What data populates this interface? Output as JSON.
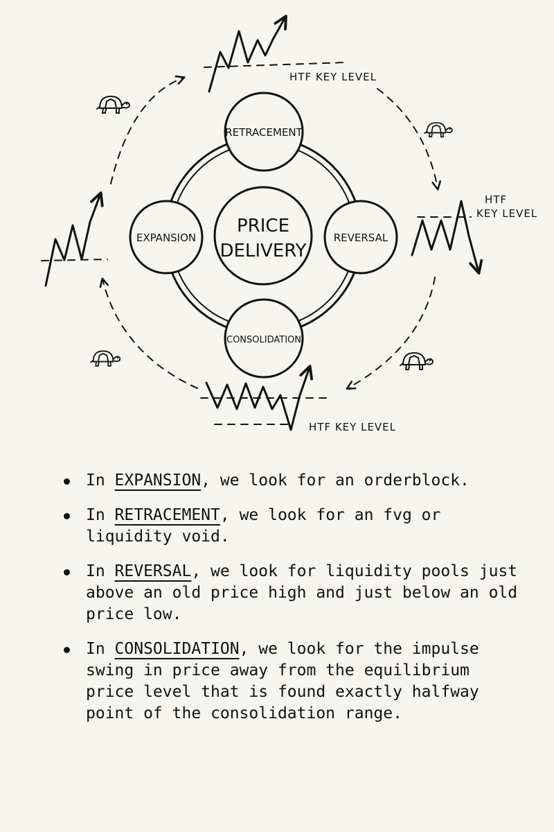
{
  "diagram": {
    "center": [
      "PRICE",
      "DELIVERY"
    ],
    "nodes": {
      "retracement": "RETRACEMENT",
      "reversal": "REVERSAL",
      "consolidation": "CONSOLIDATION",
      "expansion": "EXPANSION"
    },
    "key_levels": {
      "top": "HTF KEY LEVEL",
      "right_line1": "HTF",
      "right_line2": "KEY LEVEL",
      "bottom": "HTF KEY LEVEL"
    },
    "icons": [
      "turtle-icon",
      "turtle-icon",
      "turtle-icon",
      "turtle-icon"
    ]
  },
  "notes": [
    {
      "prefix": "In ",
      "stage": "EXPANSION",
      "rest": ", we look for an orderblock."
    },
    {
      "prefix": "In ",
      "stage": "RETRACEMENT",
      "rest": ", we look for an fvg or liquidity void."
    },
    {
      "prefix": "In ",
      "stage": "REVERSAL",
      "rest": ", we look for liquidity pools just above an old price high and just below an old price low."
    },
    {
      "prefix": "In ",
      "stage": "CONSOLIDATION",
      "rest": ", we look for the impulse swing in price away from the equilibrium price level that is found exactly halfway point of the consolidation range."
    }
  ]
}
